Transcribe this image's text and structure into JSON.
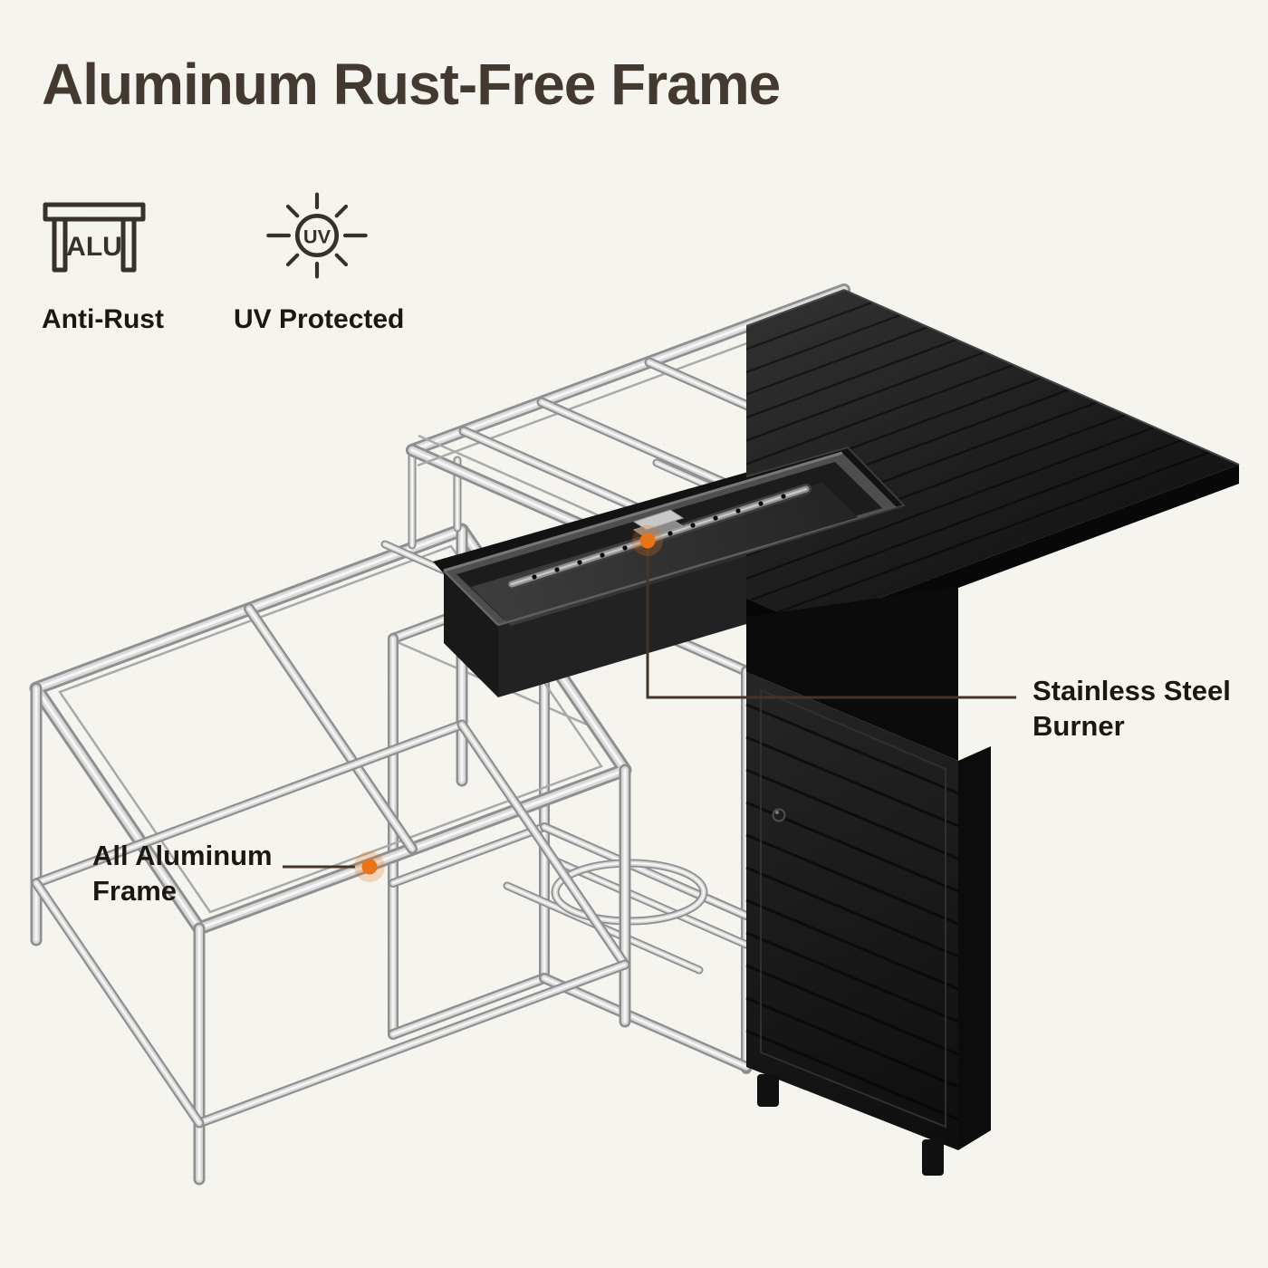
{
  "title": "Aluminum Rust-Free Frame",
  "features": [
    {
      "icon": "anti-rust-alu-icon",
      "icon_text": "ALU",
      "label": "Anti-Rust"
    },
    {
      "icon": "uv-protected-sun-icon",
      "icon_text": "UV",
      "label": "UV Protected"
    }
  ],
  "callouts": {
    "burner": {
      "line1": "Stainless Steel",
      "line2": "Burner"
    },
    "frame": {
      "line1": "All Aluminum",
      "line2": "Frame"
    }
  },
  "colors": {
    "accent_orange": "#E8731A",
    "title_brown": "#443931",
    "callout_line_brown": "#453527",
    "metal_silver": "#D9D9D9",
    "finish_black": "#1B1B1B",
    "background": "#F6F4EF"
  }
}
